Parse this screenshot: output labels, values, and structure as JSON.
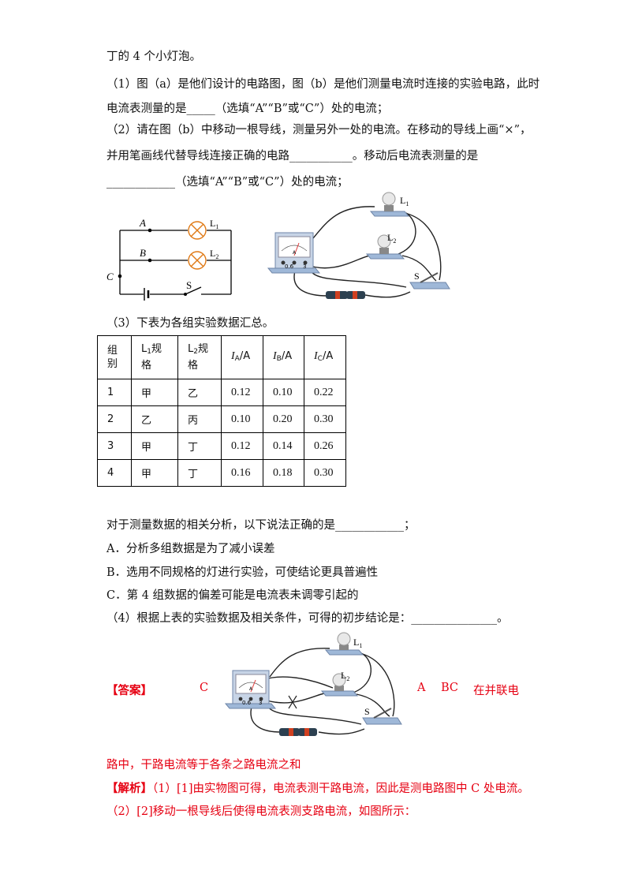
{
  "lines": {
    "l1": "丁的 4 个小灯泡。",
    "q1a": "（1）图（a）是他们设计的电路图，图（b）是他们测量电流时连接的实验电路，此时",
    "q1b": "电流表测量的是_____（选填“A”“B”或“C”）处的电流；",
    "q2a": "（2）请在图（b）中移动一根导线，测量另外一处的电流。在移动的导线上画“×”，",
    "q2b": "并用笔画线代替导线连接正确的电路___________。移动后电流表测量的是",
    "q2c": "____________（选填“A”“B”或“C”）处的电流；",
    "q3": "（3）下表为各组实验数据汇总。",
    "analysis": "对于测量数据的相关分析，以下说法正确的是____________；",
    "optA": "A．分析多组数据是为了减小误差",
    "optB": "B．选用不同规格的灯进行实验，可使结论更具普遍性",
    "optC": "C．第 4 组数据的偏差可能是电流表未调零引起的",
    "q4": "（4）根据上表的实验数据及相关条件，可得的初步结论是：_______________。",
    "ans_cont": "路中，干路电流等于各条之路电流之和",
    "exp1_tag": "【解析】",
    "exp1": "（1）[1]由实物图可得，电流表测干路电流，因此是测电路图中 C 处电流。",
    "exp2": "（2）[2]移动一根导线后使得电流表测支路电流，如图所示："
  },
  "circuit_labels": {
    "A": "A",
    "B": "B",
    "C": "C",
    "S": "S",
    "L1": "L",
    "L1_sub": "1",
    "L2": "L",
    "L2_sub": "2",
    "meter_06": "0.6",
    "meter_3": "3",
    "meter_A": "A"
  },
  "table": {
    "headers": [
      {
        "a": "组",
        "b": "别"
      },
      {
        "a": "L",
        "sub": "1",
        "rest": "规",
        "b": "格"
      },
      {
        "a": "L",
        "sub": "2",
        "rest": "规",
        "b": "格"
      },
      {
        "i": "I",
        "sub": "A",
        "unit": "/A"
      },
      {
        "i": "I",
        "sub": "B",
        "unit": "/A"
      },
      {
        "i": "I",
        "sub": "C",
        "unit": "/A"
      }
    ],
    "rows": [
      [
        "1",
        "甲",
        "乙",
        "0.12",
        "0.10",
        "0.22"
      ],
      [
        "2",
        "乙",
        "丙",
        "0.10",
        "0.20",
        "0.30"
      ],
      [
        "3",
        "甲",
        "丁",
        "0.12",
        "0.14",
        "0.26"
      ],
      [
        "4",
        "甲",
        "丁",
        "0.16",
        "0.18",
        "0.30"
      ]
    ]
  },
  "answer": {
    "tag": "【答案】",
    "a1": "C",
    "a2": "A",
    "a3": "BC",
    "a4": "在并联电"
  },
  "colors": {
    "answer_red": "#e60012"
  }
}
